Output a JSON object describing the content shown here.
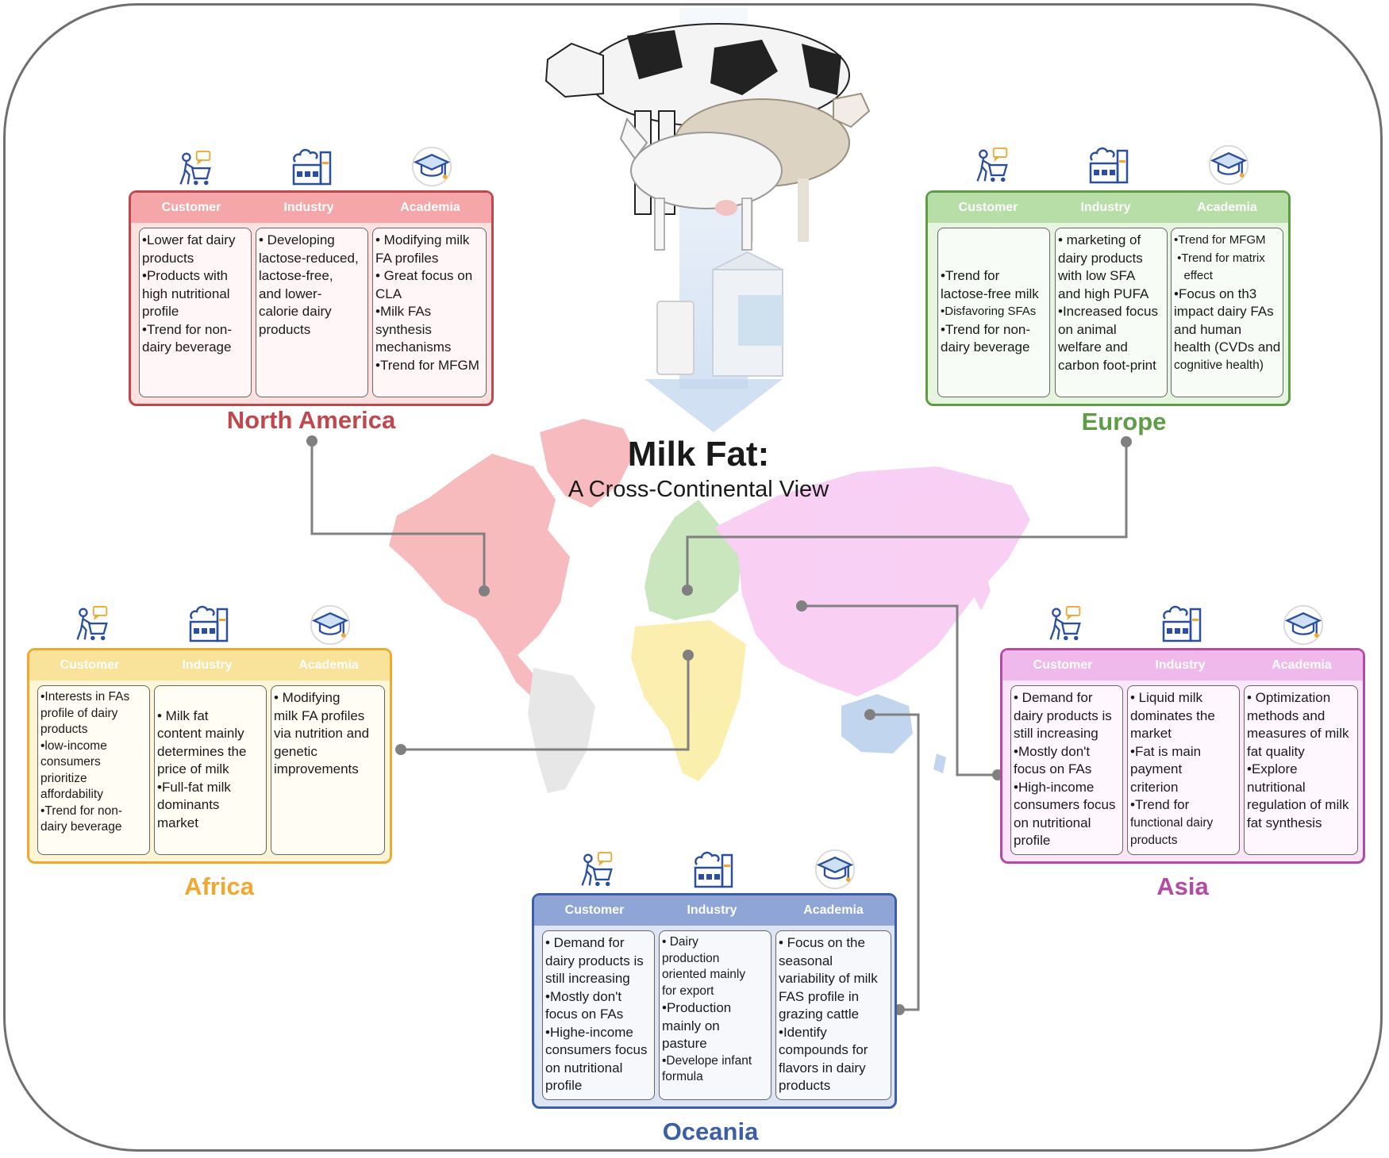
{
  "title": {
    "main": "Milk Fat:",
    "sub": "A Cross-Continental View"
  },
  "column_headers": {
    "customer": "Customer",
    "industry": "Industry",
    "academia": "Academia"
  },
  "icons": {
    "customer": "shopper-with-cart-icon",
    "industry": "factory-icon",
    "academia": "graduation-cap-icon"
  },
  "regions": {
    "north_america": {
      "name": "North America",
      "color": "#c0484d",
      "fill": "#fde1e1",
      "header_fill": "#f4a6a8",
      "customer": [
        "•Lower fat dairy",
        "products",
        "•Products with",
        "high nutritional",
        "profile",
        "•Trend for non-",
        "dairy beverage"
      ],
      "industry": [
        "• Developing",
        "lactose-reduced,",
        "lactose-free,",
        "and lower-",
        "calorie  dairy",
        "products"
      ],
      "academia": [
        "• Modifying milk",
        "FA profiles",
        "• Great focus on",
        "CLA",
        "•Milk FAs",
        "synthesis",
        "mechanisms",
        "•Trend for MFGM"
      ]
    },
    "europe": {
      "name": "Europe",
      "color": "#5e9c45",
      "fill": "#e6f5df",
      "header_fill": "#b8dea8",
      "customer": [
        "",
        "",
        "•Trend for",
        "lactose-free milk",
        "•Disfavoring SFAs",
        "•Trend for non-",
        "dairy beverage"
      ],
      "industry": [
        "• marketing of",
        "dairy products",
        "with low SFA",
        "and high PUFA",
        "•Increased focus",
        "on animal",
        "welfare and",
        "carbon foot-print"
      ],
      "academia": [
        "•Trend for MFGM",
        " •Trend for matrix",
        "   effect",
        "•Focus on th3",
        "impact  dairy FAs",
        "and human",
        "health (CVDs and",
        "cognitive health)"
      ]
    },
    "africa": {
      "name": "Africa",
      "color": "#f0a830",
      "fill": "#fdf6d6",
      "header_fill": "#f9e29a",
      "customer": [
        "•Interests in  FAs",
        "profile  of dairy",
        "products",
        "•low-income",
        "consumers",
        "prioritize",
        "affordability",
        "•Trend for non-",
        "dairy beverage"
      ],
      "industry": [
        "",
        "• Milk fat",
        "content mainly",
        "determines the",
        "price of milk",
        "•Full-fat milk",
        "dominants",
        "market"
      ],
      "academia": [
        "• Modifying",
        "milk FA profiles",
        "via nutrition and",
        "genetic",
        "improvements"
      ]
    },
    "asia": {
      "name": "Asia",
      "color": "#b44aa6",
      "fill": "#fbe6f9",
      "header_fill": "#f0b9ec",
      "customer": [
        "• Demand for",
        "dairy products is",
        "still increasing",
        "•Mostly don't",
        "focus on FAs",
        "•High-income",
        "consumers focus",
        "on nutritional",
        "profile"
      ],
      "industry": [
        "• Liquid milk",
        "dominates the",
        "market",
        "•Fat is main",
        "payment",
        "criterion",
        "•Trend for",
        "functional dairy",
        "products"
      ],
      "academia": [
        "• Optimization",
        "methods and",
        "measures of milk",
        "fat quality",
        "•Explore",
        "nutritional",
        "regulation of milk",
        "fat synthesis"
      ]
    },
    "oceania": {
      "name": "Oceania",
      "color": "#3c5ea8",
      "fill": "#dde5f4",
      "header_fill": "#8fa5d6",
      "customer": [
        "• Demand for",
        "dairy products is",
        "still increasing",
        "•Mostly don't",
        "focus on FAs",
        "•Highe-income",
        "consumers focus",
        "on nutritional",
        "profile"
      ],
      "industry": [
        "• Dairy",
        "production",
        "oriented mainly",
        "for export",
        "•Production",
        "mainly on",
        "pasture",
        "•Develope infant",
        "formula"
      ],
      "academia": [
        "• Focus on  the",
        "seasonal",
        "variability of milk",
        "FAS profile in",
        "grazing cattle",
        "•Identify",
        "compounds for",
        "flavors in dairy",
        "products"
      ]
    }
  }
}
